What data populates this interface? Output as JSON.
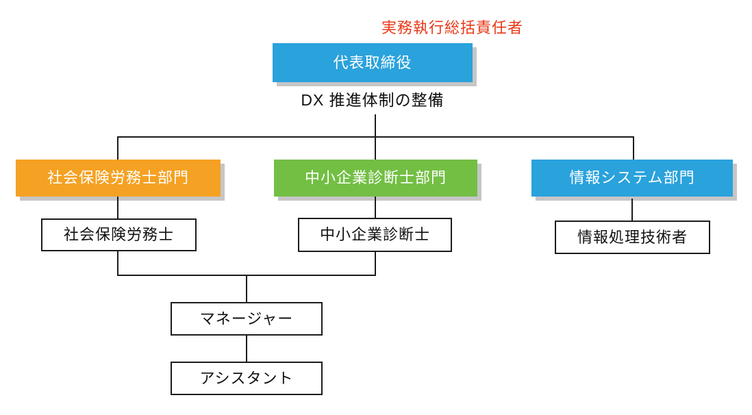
{
  "org_chart": {
    "top_label": "実務執行総括責任者",
    "ceo": {
      "label": "代表取締役"
    },
    "subtitle": "DX 推進体制の整備",
    "departments": [
      {
        "label": "社会保険労務士部門",
        "color": "#f5a123",
        "staff": "社会保険労務士"
      },
      {
        "label": "中小企業診断士部門",
        "color": "#72bf44",
        "staff": "中小企業診断士"
      },
      {
        "label": "情報システム部門",
        "color": "#2aa2dc",
        "staff": "情報処理技術者"
      }
    ],
    "manager": {
      "label": "マネージャー"
    },
    "assistant": {
      "label": "アシスタント"
    }
  },
  "colors": {
    "accent_red": "#e83817",
    "ceo_blue": "#2aa2dc",
    "dept_orange": "#f5a123",
    "dept_green": "#72bf44",
    "dept_blue": "#2aa2dc",
    "shadow_gray": "#c6c6c6",
    "line_black": "#1b1b1b",
    "background": "#ffffff"
  }
}
